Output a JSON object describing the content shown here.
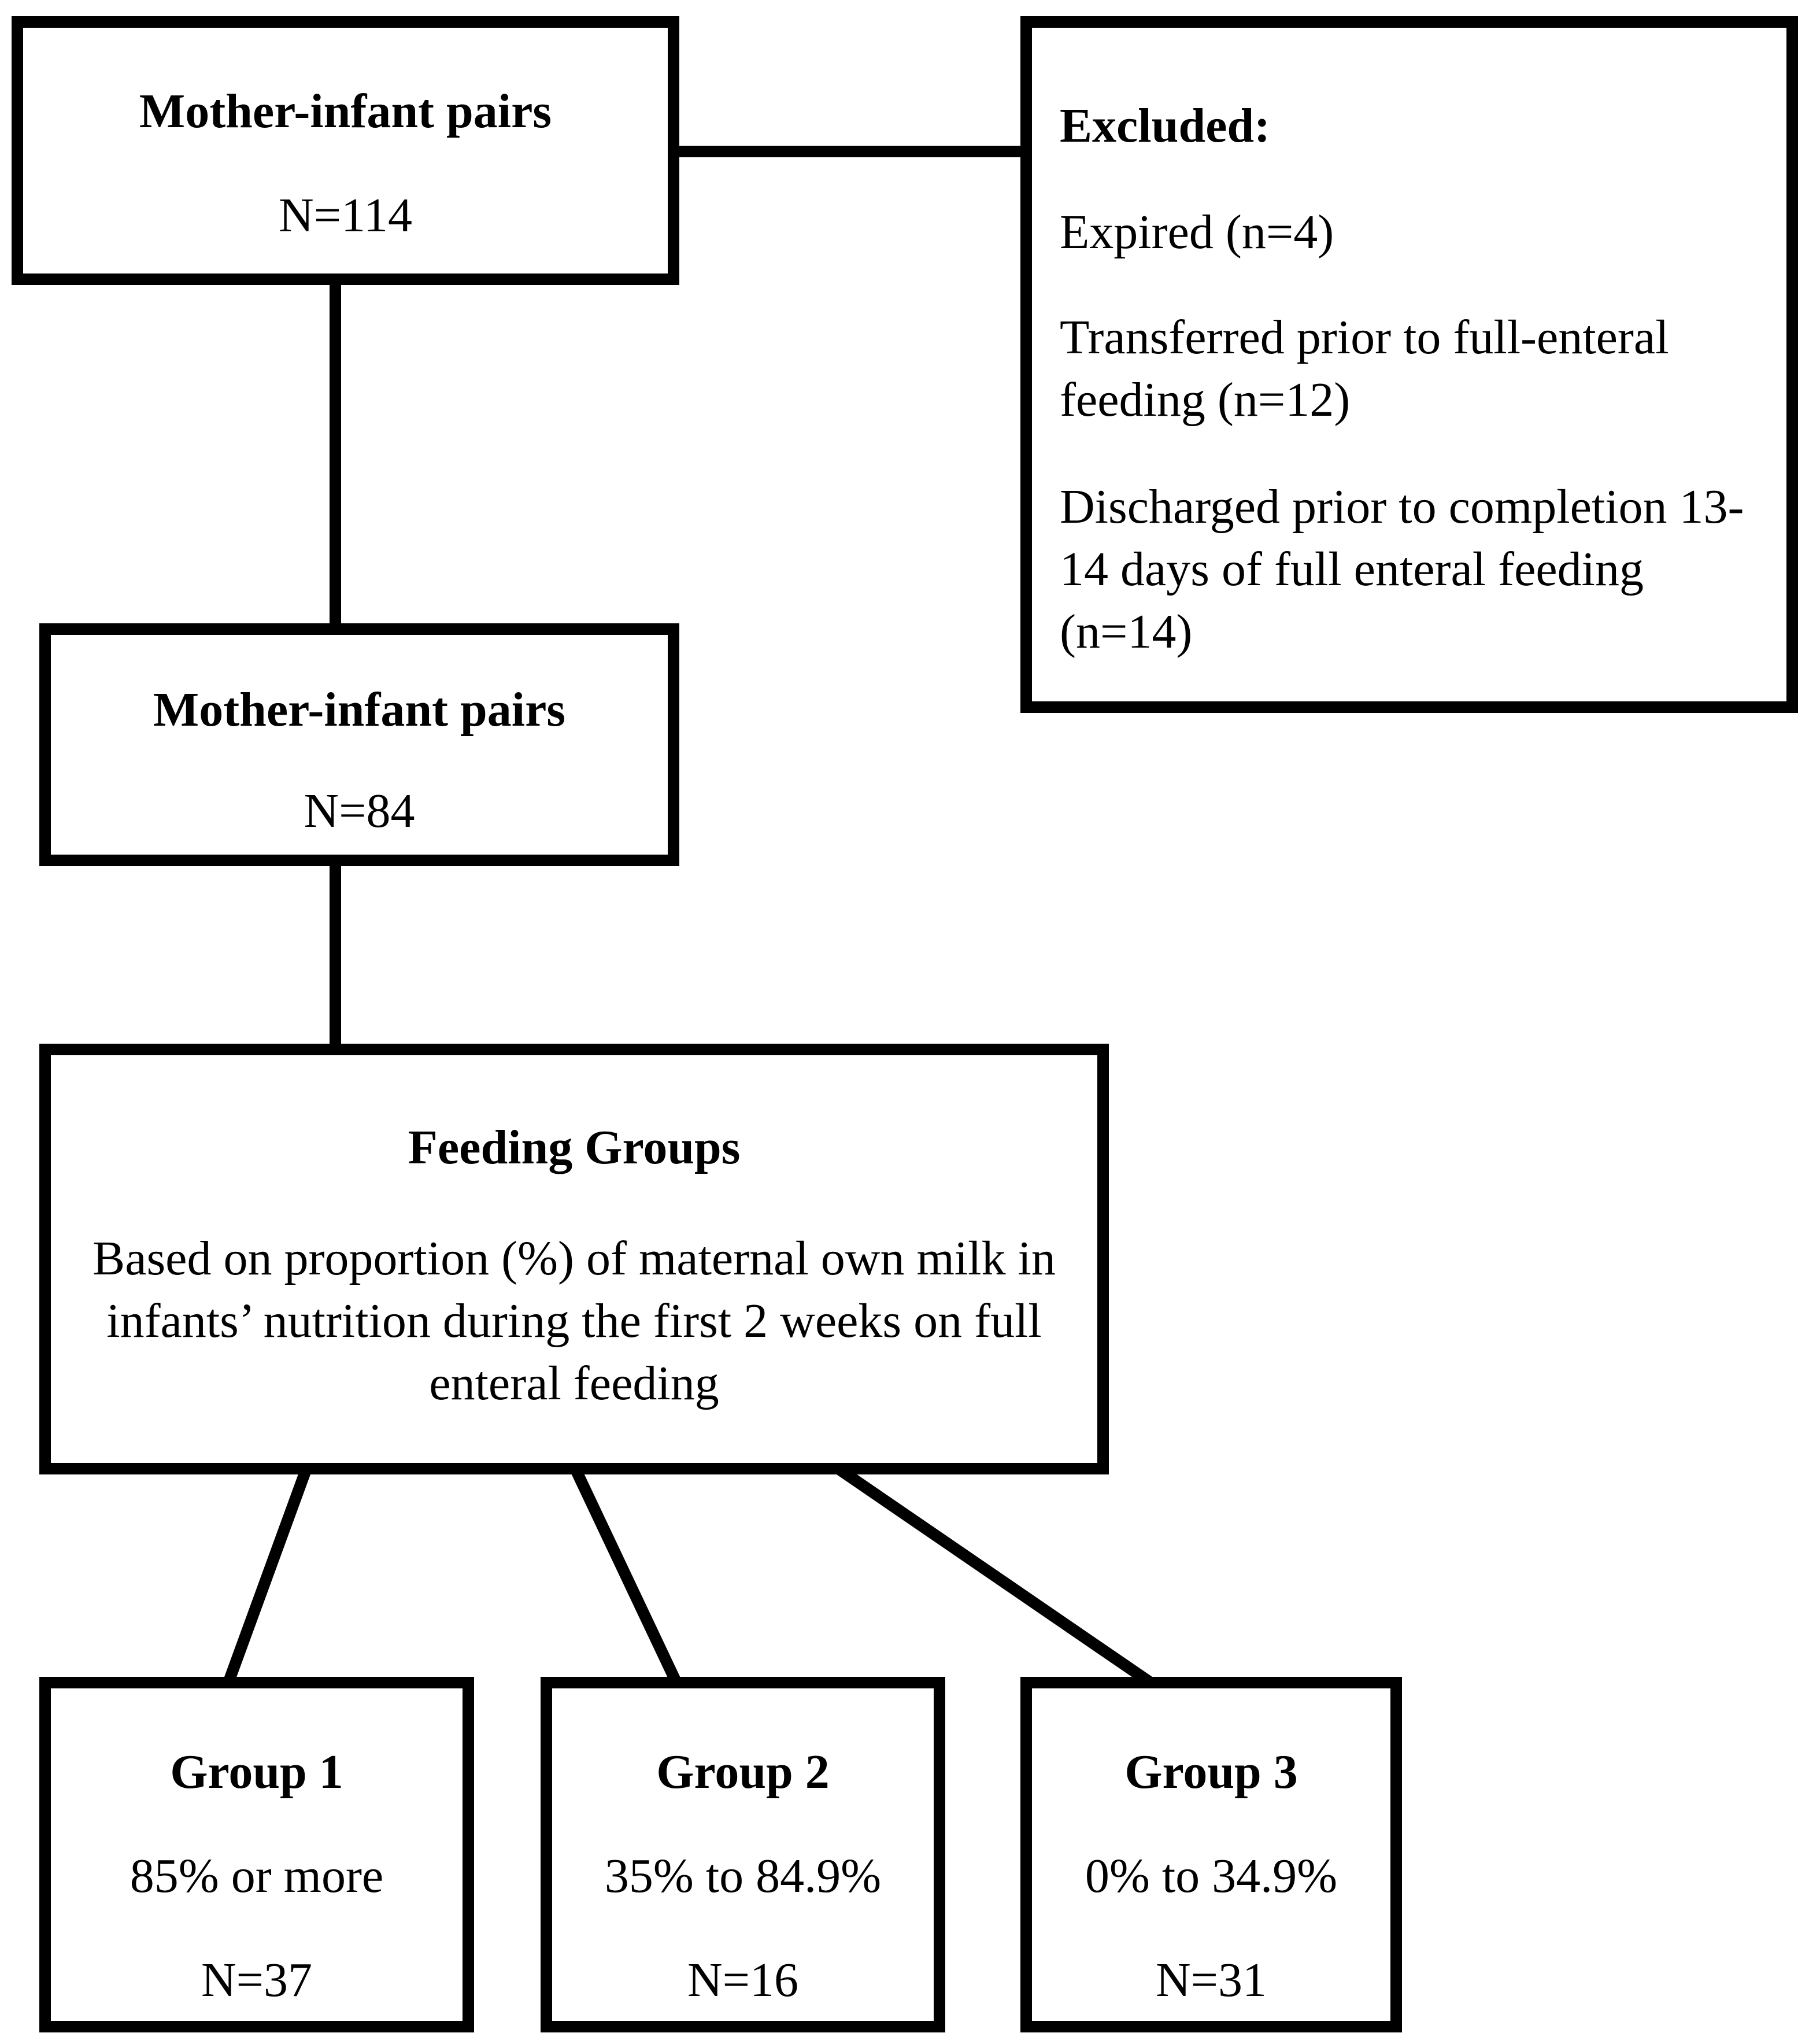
{
  "start": {
    "title": "Mother-infant pairs",
    "count": "N=114"
  },
  "excluded": {
    "title": "Excluded:",
    "reasons": [
      "Expired (n=4)",
      "Transferred prior to full-enteral feeding (n=12)",
      "Discharged prior to completion 13-14 days of full enteral feeding (n=14)"
    ]
  },
  "retained": {
    "title": "Mother-infant pairs",
    "count": "N=84"
  },
  "feeding": {
    "title": "Feeding Groups",
    "description": "Based on proportion (%) of maternal own milk in infants’ nutrition during the first 2 weeks on full enteral feeding"
  },
  "groups": [
    {
      "title": "Group 1",
      "range": "85% or more",
      "count": "N=37"
    },
    {
      "title": "Group 2",
      "range": "35% to 84.9%",
      "count": "N=16"
    },
    {
      "title": "Group 3",
      "range": "0% to 34.9%",
      "count": "N=31"
    }
  ],
  "colors": {
    "stroke": "#000000",
    "background": "#ffffff"
  }
}
